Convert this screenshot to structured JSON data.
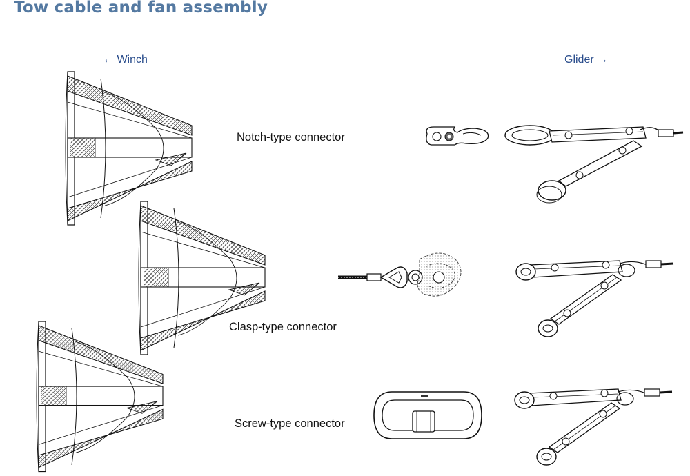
{
  "title": "Tow cable and fan assembly",
  "directions": {
    "winch": "← Winch",
    "glider": "Glider →"
  },
  "connectors": [
    {
      "label": "Notch-type connector"
    },
    {
      "label": "Clasp-type connector"
    },
    {
      "label": "Screw-type connector"
    }
  ]
}
